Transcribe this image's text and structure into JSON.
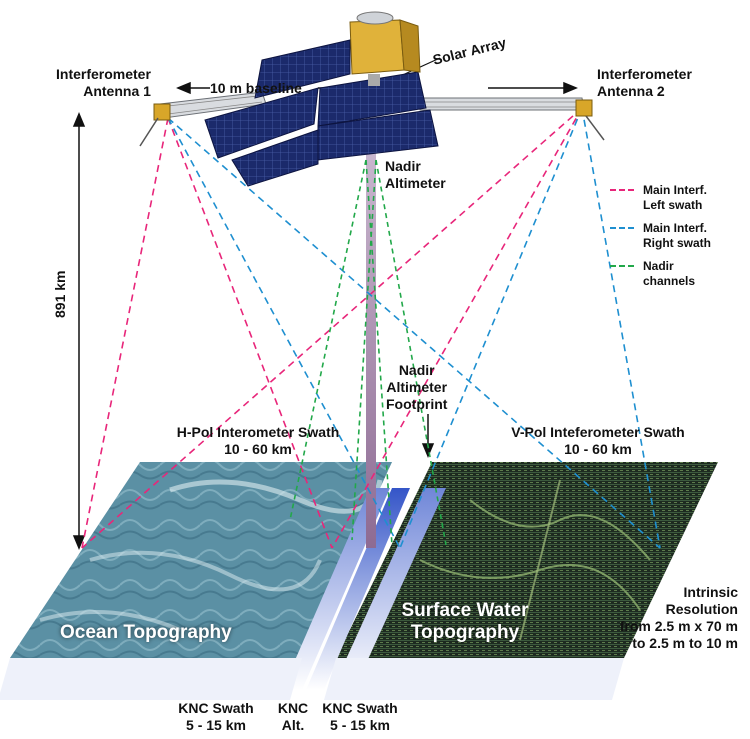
{
  "labels": {
    "interferometer_1": [
      "Interferometer",
      "Antenna 1"
    ],
    "interferometer_2": [
      "Interferometer",
      "Antenna 2"
    ],
    "baseline": "10 m baseline",
    "solar_array": "Solar Array",
    "nadir_altimeter": [
      "Nadir",
      "Altimeter"
    ],
    "altitude": "891 km",
    "nadir_footprint": [
      "Nadir",
      "Altimeter",
      "Footprint"
    ],
    "hpol_swath": [
      "H-Pol Interometer Swath",
      "10 - 60 km"
    ],
    "vpol_swath": [
      "V-Pol Inteferometer Swath",
      "10 - 60 km"
    ],
    "ocean_topography": "Ocean Topography",
    "surface_water": [
      "Surface Water",
      "Topography"
    ],
    "intrinsic_resolution": [
      "Intrinsic",
      "Resolution",
      "from 2.5 m x 70 m",
      "to 2.5 m to 10 m"
    ],
    "knc_swath_left": [
      "KNC Swath",
      "5 - 15 km"
    ],
    "knc_alt": [
      "KNC",
      "Alt."
    ],
    "knc_swath_right": [
      "KNC Swath",
      "5 - 15 km"
    ]
  },
  "legend": [
    {
      "label": [
        "Main Interf.",
        "Left swath"
      ],
      "color": "#e8267a"
    },
    {
      "label": [
        "Main Interf.",
        "Right swath"
      ],
      "color": "#1e8fd0"
    },
    {
      "label": [
        "Nadir",
        "channels"
      ],
      "color": "#22a84a"
    }
  ],
  "colors": {
    "left_swath": "#e8267a",
    "right_swath": "#1e8fd0",
    "nadir": "#22a84a",
    "ocean": "#5d8ea3",
    "land": "#1f2a1f",
    "knc": "#3b5cc4"
  }
}
